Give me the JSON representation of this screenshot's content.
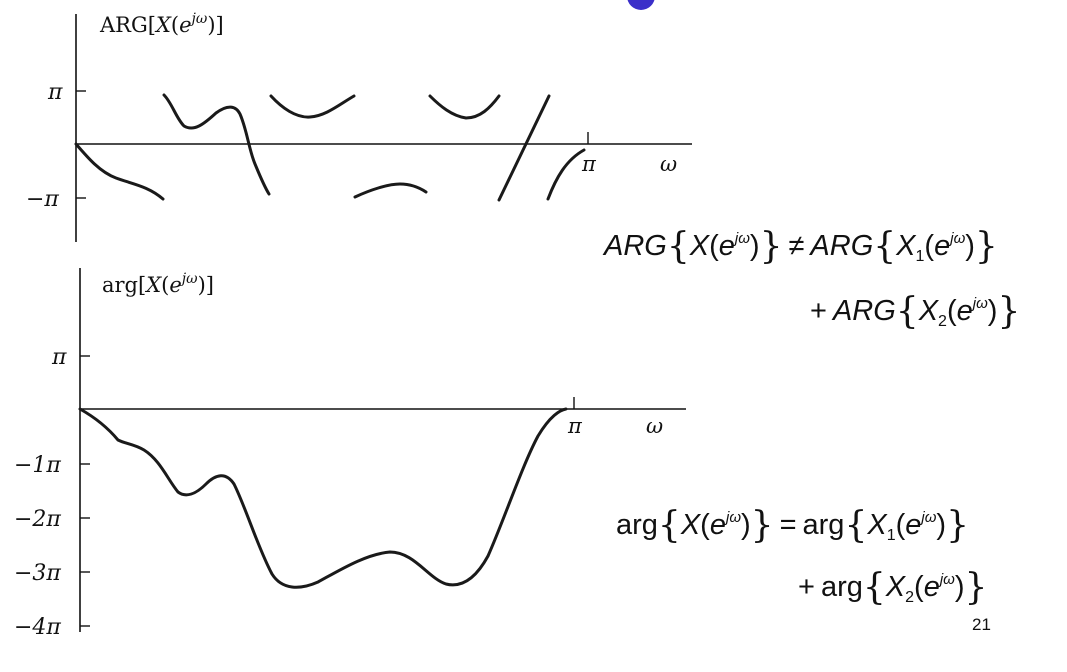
{
  "top_plot": {
    "ylabel_prefix": "ARG[",
    "ylabel_x": "X",
    "ylabel_open": "(",
    "ylabel_e": "e",
    "ylabel_sup": "jω",
    "ylabel_close": ")]",
    "y_ticks": [
      "π",
      "−π"
    ],
    "x_ticks": [
      "π"
    ],
    "x_label": "ω"
  },
  "bottom_plot": {
    "ylabel_prefix": "arg[",
    "ylabel_x": "X",
    "ylabel_open": "(",
    "ylabel_e": "e",
    "ylabel_sup": "jω",
    "ylabel_close": ")]",
    "y_ticks": [
      "π",
      "−1π",
      "−2π",
      "−3π",
      "−4π"
    ],
    "x_ticks": [
      "π"
    ],
    "x_label": "ω"
  },
  "equations": {
    "eq1_line1": {
      "lhs_fn": "ARG",
      "lhs_var": "X",
      "lhs_e": "e",
      "lhs_sup": "jω",
      "op": "≠",
      "rhs_fn": "ARG",
      "rhs_var": "X",
      "rhs_sub": "1",
      "rhs_e": "e",
      "rhs_sup": "jω"
    },
    "eq1_line2": {
      "plus": "+",
      "fn": "ARG",
      "var": "X",
      "sub": "2",
      "e": "e",
      "sup": "jω"
    },
    "eq2_line1": {
      "lhs_fn": "arg",
      "lhs_var": "X",
      "lhs_e": "e",
      "lhs_sup": "jω",
      "op": "=",
      "rhs_fn": "arg",
      "rhs_var": "X",
      "rhs_sub": "1",
      "rhs_e": "e",
      "rhs_sup": "jω"
    },
    "eq2_line2": {
      "plus": "+",
      "fn": "arg",
      "var": "X",
      "sub": "2",
      "e": "e",
      "sup": "jω"
    }
  },
  "page_number": "21",
  "colors": {
    "ink": "#1a1a1a",
    "corner_circle": "#3b2fc9"
  }
}
